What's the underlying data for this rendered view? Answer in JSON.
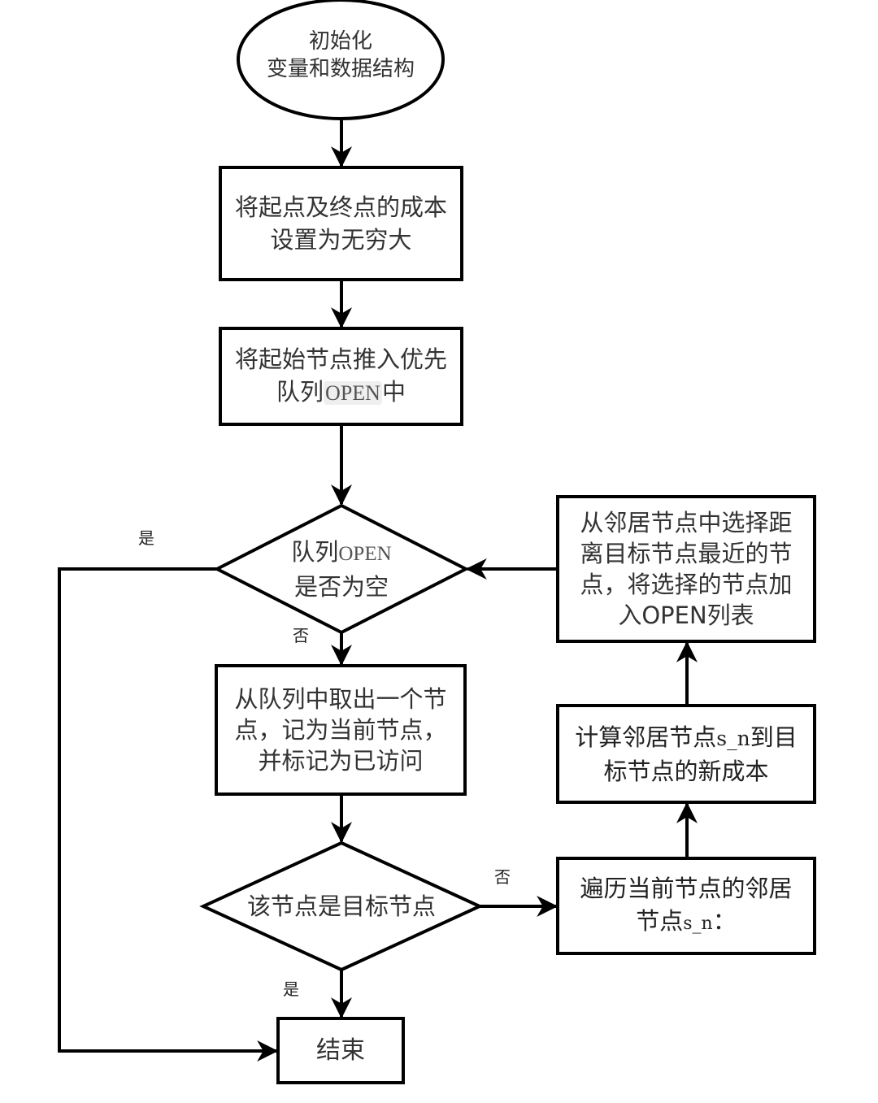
{
  "diagram": {
    "type": "flowchart",
    "nodes": {
      "start": {
        "shape": "ellipse",
        "lines": [
          "初始化",
          "变量和数据结构"
        ]
      },
      "init_cost": {
        "shape": "rect",
        "lines": [
          "将起点及终点的成本",
          "设置为无穷大"
        ]
      },
      "push_start": {
        "shape": "rect",
        "line1": "将起始节点推入优先",
        "line2_pre": "队列",
        "line2_tag": "OPEN",
        "line2_post": "中"
      },
      "queue_empty": {
        "shape": "diamond",
        "line1_pre": "队列",
        "line1_tag": "OPEN",
        "line2": "是否为空"
      },
      "pop_node": {
        "shape": "rect",
        "lines": [
          "从队列中取出一个节",
          "点，记为当前节点，",
          "并标记为已访问"
        ]
      },
      "is_goal": {
        "shape": "diamond",
        "lines": [
          "该节点是目标节点"
        ]
      },
      "end": {
        "shape": "rect",
        "lines": [
          "结束"
        ]
      },
      "iterate_neighbors": {
        "shape": "rect",
        "line1": "遍历当前节点的邻居",
        "line2_pre": "节点",
        "line2_var": "s_n",
        "line2_post": "："
      },
      "compute_cost": {
        "shape": "rect",
        "line1_pre": "计算邻居节点",
        "line1_var": "s_n",
        "line1_post": "到目",
        "line2": "标节点的新成本"
      },
      "select_nearest": {
        "shape": "rect",
        "lines": [
          "从邻居节点中选择距",
          "离目标节点最近的节",
          "点，将选择的节点加",
          "入OPEN列表"
        ]
      }
    },
    "edge_labels": {
      "empty_yes": "是",
      "empty_no": "否",
      "goal_no": "否",
      "goal_yes": "是"
    },
    "edges": [
      {
        "from": "start",
        "to": "init_cost"
      },
      {
        "from": "init_cost",
        "to": "push_start"
      },
      {
        "from": "push_start",
        "to": "queue_empty"
      },
      {
        "from": "queue_empty",
        "to": "end",
        "label": "是"
      },
      {
        "from": "queue_empty",
        "to": "pop_node",
        "label": "否"
      },
      {
        "from": "pop_node",
        "to": "is_goal"
      },
      {
        "from": "is_goal",
        "to": "end",
        "label": "是"
      },
      {
        "from": "is_goal",
        "to": "iterate_neighbors",
        "label": "否"
      },
      {
        "from": "iterate_neighbors",
        "to": "compute_cost"
      },
      {
        "from": "compute_cost",
        "to": "select_nearest"
      },
      {
        "from": "select_nearest",
        "to": "queue_empty"
      }
    ],
    "colors": {
      "stroke": "#000000",
      "text": "#333333",
      "background": "#ffffff"
    }
  }
}
